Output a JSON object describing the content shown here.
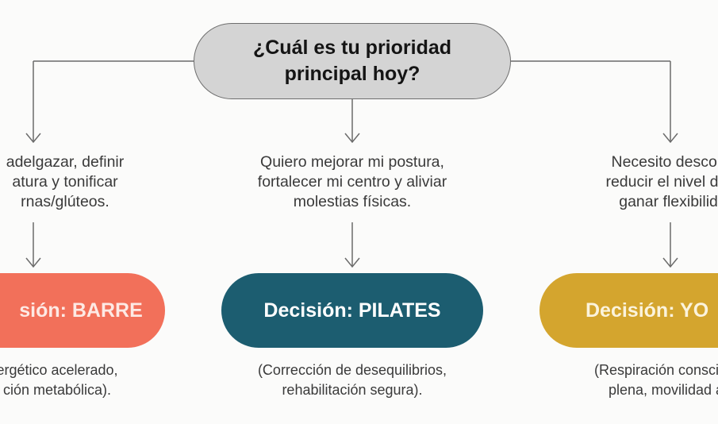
{
  "question": "¿Cuál es tu prioridad principal hoy?",
  "branches": [
    {
      "need": "adelgazar, definir\natura y tonificar\nrnas/glúteos.",
      "decision": "sión: BARRE",
      "benefit": "ergético acelerado,\nción metabólica).",
      "color": "#f2705a"
    },
    {
      "need": "Quiero mejorar mi postura,\nfortalecer mi centro y aliviar\nmolestias físicas.",
      "decision": "Decisión: PILATES",
      "benefit": "(Corrección de desequilibrios,\nrehabilitación segura).",
      "color": "#1c5d70"
    },
    {
      "need": "Necesito descone\nreducir el nivel de e\nganar flexibilida",
      "decision": "Decisión: YO",
      "benefit": "(Respiración consciente\nplena, movilidad art",
      "color": "#d4a52e"
    }
  ],
  "connector_color": "#6b6b6b"
}
